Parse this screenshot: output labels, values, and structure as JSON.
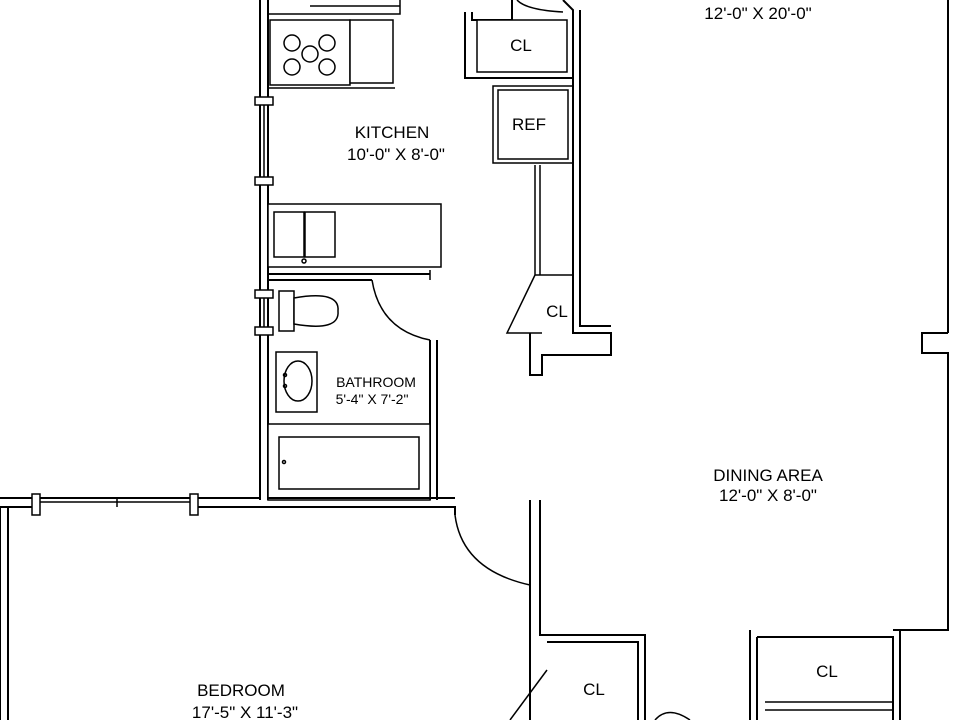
{
  "plan": {
    "living_room": {
      "dimensions": "12'-0\" X 20'-0\""
    },
    "kitchen": {
      "name": "KITCHEN",
      "dimensions": "10'-0\" X 8'-0\""
    },
    "bathroom": {
      "name": "BATHROOM",
      "dimensions": "5'-4\" X 7'-2\""
    },
    "dining_area": {
      "name": "DINING AREA",
      "dimensions": "12'-0\" X 8'-0\""
    },
    "bedroom": {
      "name": "BEDROOM",
      "dimensions": "17'-5\" X 11'-3\""
    },
    "labels": {
      "closet": "CL",
      "refrigerator": "REF"
    }
  }
}
